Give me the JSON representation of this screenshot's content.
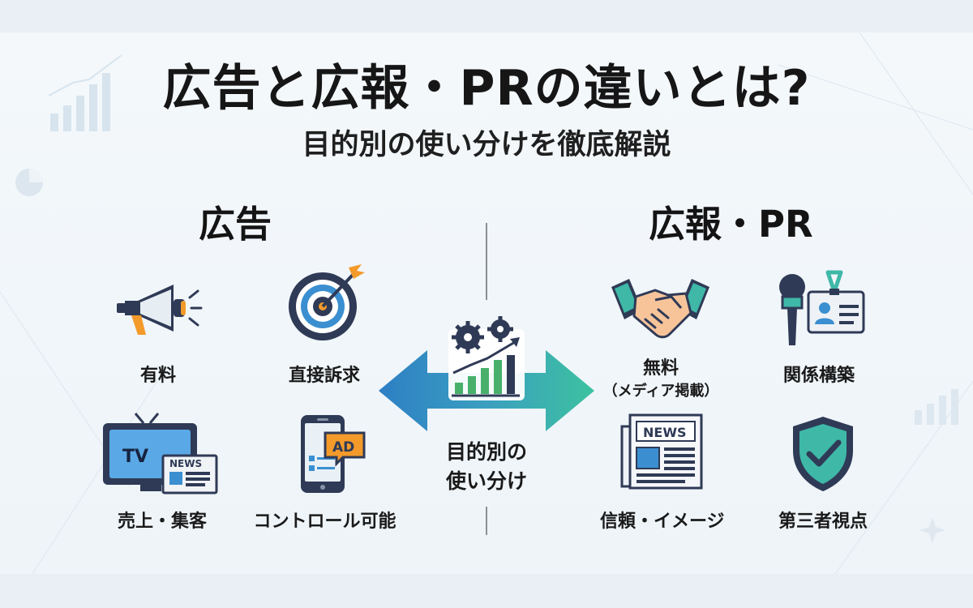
{
  "title": "広告と広報・PRの違いとは?",
  "subtitle": "目的別の使い分けを徹底解説",
  "left": {
    "heading": "広告",
    "items": [
      {
        "label": "有料",
        "icon": "megaphone-icon"
      },
      {
        "label": "直接訴求",
        "icon": "target-icon"
      },
      {
        "label": "売上・集客",
        "icon": "tv-news-icon"
      },
      {
        "label": "コントロール可能",
        "icon": "smartphone-ad-icon"
      }
    ]
  },
  "right": {
    "heading": "広報・PR",
    "items": [
      {
        "label": "無料",
        "sublabel": "（メディア掲載）",
        "icon": "handshake-icon"
      },
      {
        "label": "関係構築",
        "icon": "microphone-id-icon"
      },
      {
        "label": "信頼・イメージ",
        "icon": "newspaper-icon"
      },
      {
        "label": "第三者視点",
        "icon": "shield-check-icon"
      }
    ]
  },
  "center": {
    "line1": "目的別の",
    "line2": "使い分け",
    "icon": "gears-growth-chart-icon"
  },
  "icon_text": {
    "tv": "TV",
    "news_small": "NEWS",
    "news_paper": "NEWS",
    "ad": "AD"
  },
  "colors": {
    "navy": "#2f3a56",
    "accent_blue": "#3b8fd0",
    "accent_teal": "#3fb8a8",
    "accent_orange": "#f39a2b",
    "green": "#48b06b"
  }
}
